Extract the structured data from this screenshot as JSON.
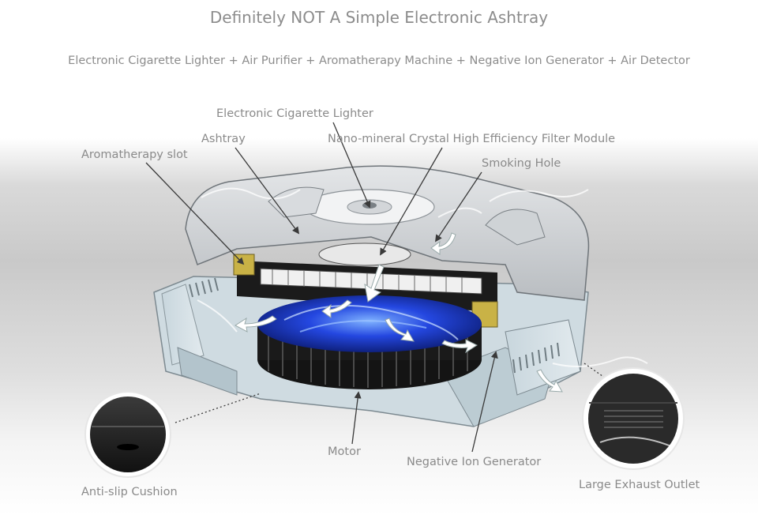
{
  "title": "Definitely NOT A Simple Electronic Ashtray",
  "subtitle": "Electronic Cigarette Lighter + Air Purifier + Aromatherapy Machine + Negative Ion Generator + Air Detector",
  "labels": {
    "lighter": "Electronic Cigarette Lighter",
    "ashtray": "Ashtray",
    "filter": "Nano-mineral Crystal High Efficiency Filter Module",
    "aroma": "Aromatherapy slot",
    "smoking": "Smoking Hole",
    "motor": "Motor",
    "ion": "Negative Ion Generator",
    "cushion": "Anti-slip Cushion",
    "exhaust": "Large Exhaust Outlet"
  },
  "colors": {
    "label": "#8a8a8a",
    "fan_blue": "#1f3fd6",
    "housing": "#d4dde2",
    "cutaway": "#c9dde6"
  }
}
